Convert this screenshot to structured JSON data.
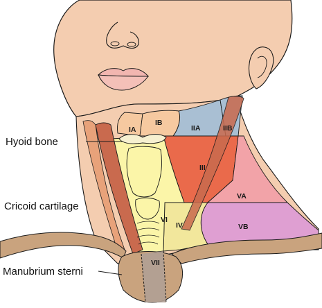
{
  "labels": {
    "hyoid": "Hyoid bone",
    "cricoid": "Cricoid cartilage",
    "manubrium": "Manubrium sterni"
  },
  "zones": {
    "IA": "IA",
    "IB": "IB",
    "IIA": "IIA",
    "IIB": "IIB",
    "III": "III",
    "IV": "IV",
    "VA": "VA",
    "VB": "VB",
    "VI": "VI",
    "VII": "VII"
  },
  "colors": {
    "skin": "#f4cdb0",
    "bone": "#c9a37e",
    "muscle": "#c96a4e",
    "level_I": "#f6c9a0",
    "level_II": "#a9bfd3",
    "level_III": "#ea6a4b",
    "level_IV": "#f2e79c",
    "level_VA": "#f2a3a8",
    "level_VB": "#df9fd2",
    "level_VI": "#fbf5a8",
    "level_VII": "#b0a095"
  }
}
